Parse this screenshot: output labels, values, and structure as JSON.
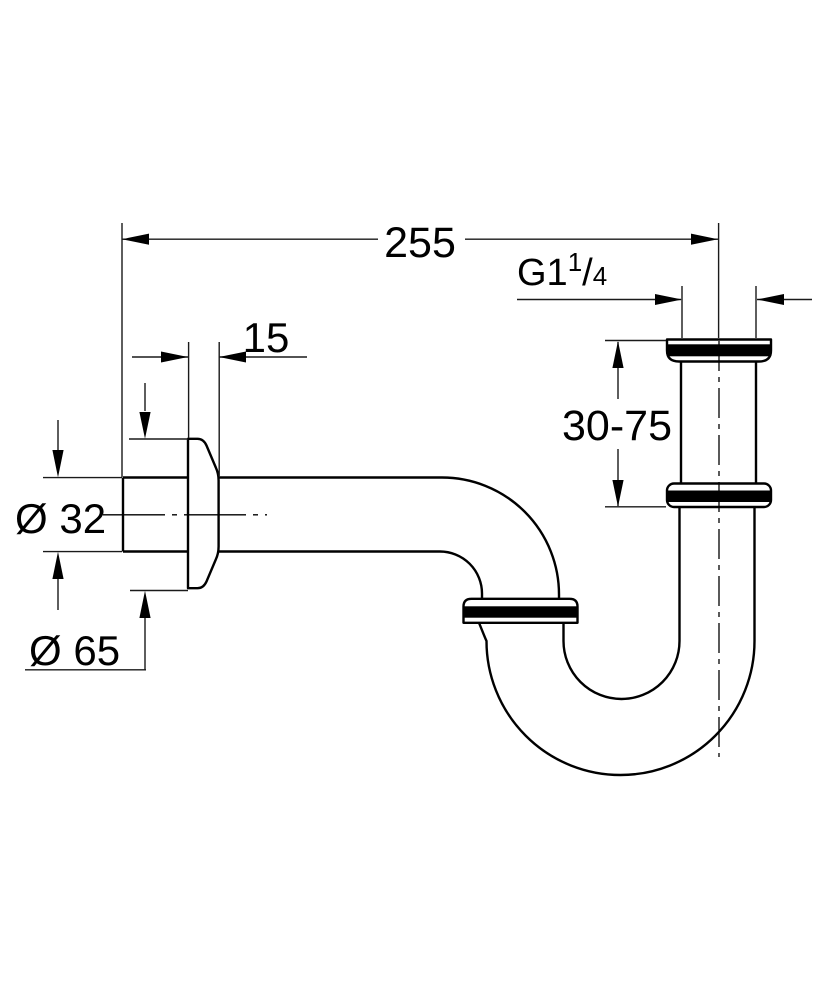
{
  "drawing": {
    "type": "technical-dimension-drawing",
    "subject": "p-trap-siphon",
    "colors": {
      "line": "#000000",
      "background": "#ffffff"
    }
  },
  "dimensions": {
    "overall_width": "255",
    "thread_size": {
      "base": "G1",
      "numerator": "1",
      "slash": "/",
      "denominator": "4"
    },
    "flange_depth": "15",
    "height_range": "30-75",
    "pipe_diameter": "Ø 32",
    "flange_diameter": "Ø 65"
  }
}
